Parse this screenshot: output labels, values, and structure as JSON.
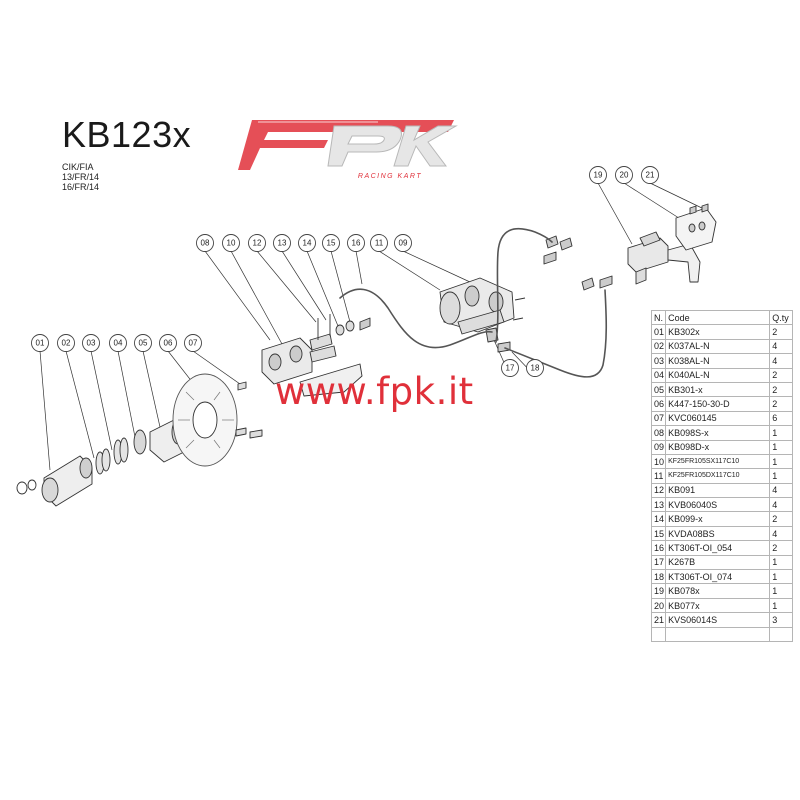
{
  "title": "KB123x",
  "certifications": [
    "CIK/FIA",
    "13/FR/14",
    "16/FR/14"
  ],
  "logo": {
    "text": "FPK",
    "subtitle": "RACING KART",
    "color": "#e0303a"
  },
  "watermark": "www.fpk.it",
  "table": {
    "headers": {
      "n": "N.",
      "code": "Code",
      "qty": "Q.ty"
    },
    "rows": [
      {
        "n": "01",
        "code": "KB302x",
        "qty": "2"
      },
      {
        "n": "02",
        "code": "K037AL-N",
        "qty": "4"
      },
      {
        "n": "03",
        "code": "K038AL-N",
        "qty": "4"
      },
      {
        "n": "04",
        "code": "K040AL-N",
        "qty": "2"
      },
      {
        "n": "05",
        "code": "KB301-x",
        "qty": "2"
      },
      {
        "n": "06",
        "code": "K447-150-30-D",
        "qty": "2"
      },
      {
        "n": "07",
        "code": "KVC060145",
        "qty": "6"
      },
      {
        "n": "08",
        "code": "KB098S-x",
        "qty": "1"
      },
      {
        "n": "09",
        "code": "KB098D-x",
        "qty": "1"
      },
      {
        "n": "10",
        "code": "KF25FR105SX117C10",
        "qty": "1"
      },
      {
        "n": "11",
        "code": "KF25FR105DX117C10",
        "qty": "1"
      },
      {
        "n": "12",
        "code": "KB091",
        "qty": "4"
      },
      {
        "n": "13",
        "code": "KVB06040S",
        "qty": "4"
      },
      {
        "n": "14",
        "code": "KB099-x",
        "qty": "2"
      },
      {
        "n": "15",
        "code": "KVDA08BS",
        "qty": "4"
      },
      {
        "n": "16",
        "code": "KT306T-OI_054",
        "qty": "2"
      },
      {
        "n": "17",
        "code": "K267B",
        "qty": "1"
      },
      {
        "n": "18",
        "code": "KT306T-OI_074",
        "qty": "1"
      },
      {
        "n": "19",
        "code": "KB078x",
        "qty": "1"
      },
      {
        "n": "20",
        "code": "KB077x",
        "qty": "1"
      },
      {
        "n": "21",
        "code": "KVS06014S",
        "qty": "3"
      },
      {
        "n": "",
        "code": "",
        "qty": ""
      }
    ]
  },
  "callouts": [
    "01",
    "02",
    "03",
    "04",
    "05",
    "06",
    "07",
    "08",
    "10",
    "12",
    "13",
    "14",
    "15",
    "16",
    "11",
    "09",
    "17",
    "18",
    "19",
    "20",
    "21"
  ]
}
